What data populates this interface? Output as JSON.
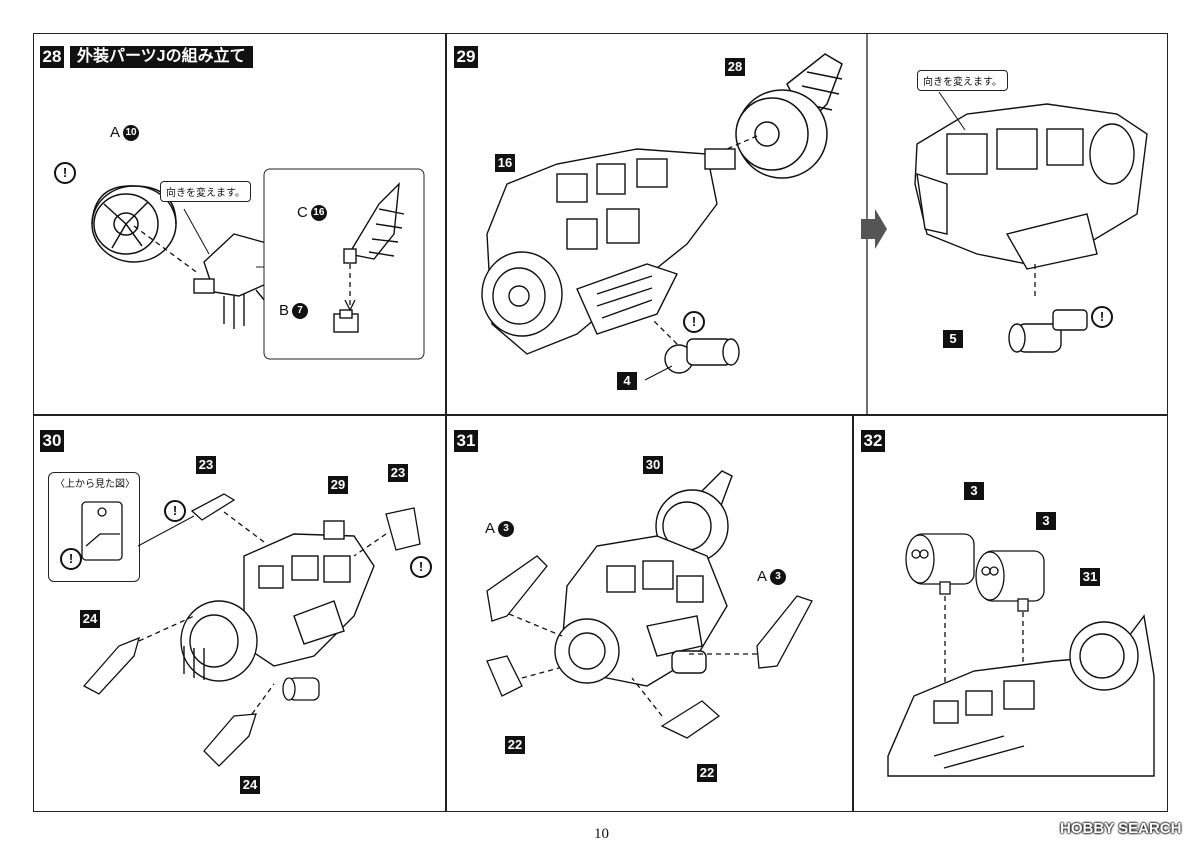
{
  "step28": {
    "num": "28",
    "title": "外装パーツJの組み立て",
    "note": "向きを変えます。",
    "labelA": "A",
    "numA": "10",
    "labelC": "C",
    "numC": "16",
    "labelB": "B",
    "numB": "7"
  },
  "step29": {
    "num": "29",
    "note": "向きを変えます。",
    "part28": "28",
    "part16": "16",
    "part4": "4",
    "part5": "5"
  },
  "step30": {
    "num": "30",
    "topview": "〈上から見た図〉",
    "part23a": "23",
    "part23b": "23",
    "part29": "29",
    "part24a": "24",
    "part24b": "24"
  },
  "step31": {
    "num": "31",
    "part30": "30",
    "labelA1": "A",
    "numA1": "3",
    "labelA2": "A",
    "numA2": "3",
    "part22a": "22",
    "part22b": "22"
  },
  "step32": {
    "num": "32",
    "part3a": "3",
    "part3b": "3",
    "part31": "31"
  },
  "warning": "!",
  "footer": {
    "page": "10",
    "watermark": "HOBBY SEARCH"
  },
  "colors": {
    "ink": "#111111",
    "accent_gray": "#555555"
  }
}
